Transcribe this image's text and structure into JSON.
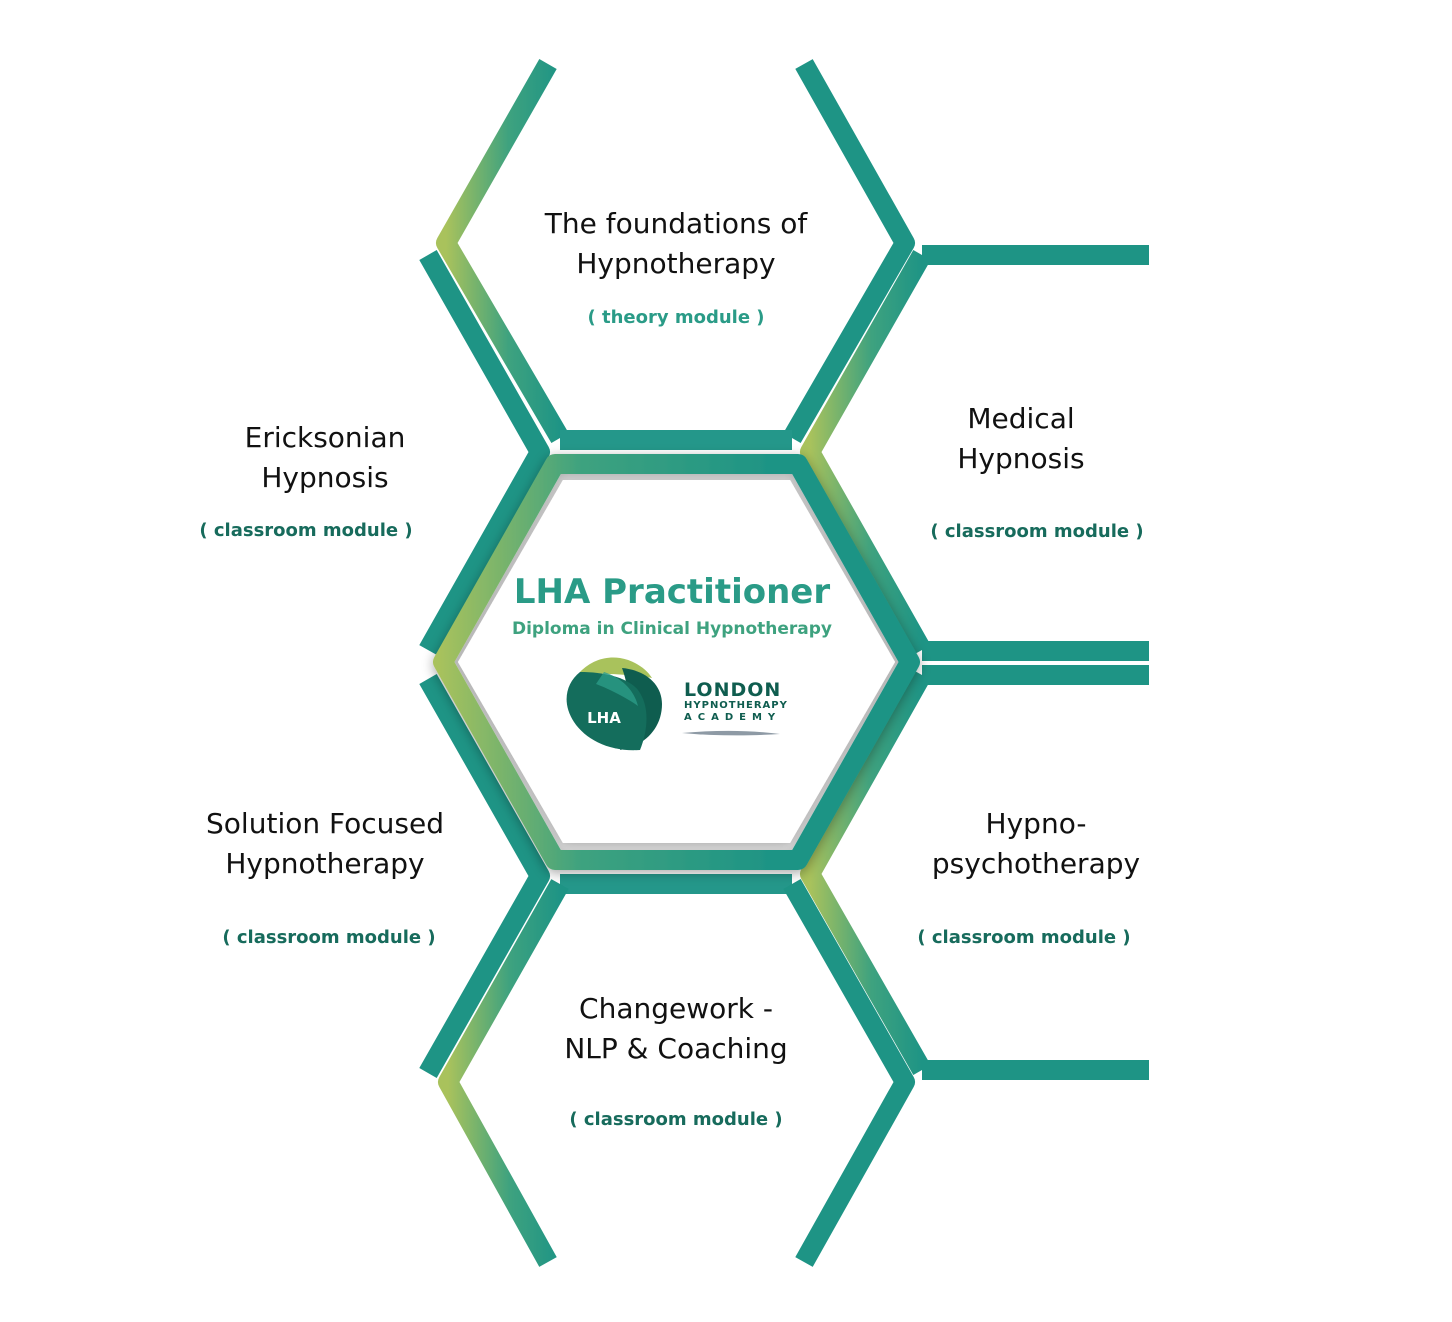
{
  "center": {
    "title": "LHA  Practitioner",
    "subtitle": "Diploma in Clinical Hypnotherapy",
    "logo_initials": "LHA",
    "brand_line1": "LONDON",
    "brand_line2": "HYPNOTHERAPY",
    "brand_line3": "ACADEMY"
  },
  "modules": {
    "top": {
      "title_line1": "The foundations of",
      "title_line2": "Hypnotherapy",
      "subtitle": "( theory module )"
    },
    "upper_left": {
      "title_line1": "Ericksonian",
      "title_line2": "Hypnosis",
      "subtitle": "( classroom module )"
    },
    "upper_right": {
      "title_line1": "Medical",
      "title_line2": "Hypnosis",
      "subtitle": "( classroom module )"
    },
    "lower_left": {
      "title_line1": "Solution Focused",
      "title_line2": "Hypnotherapy",
      "subtitle": "( classroom module )"
    },
    "lower_right": {
      "title_line1": "Hypno-",
      "title_line2": "psychotherapy",
      "subtitle": "( classroom module )"
    },
    "bottom": {
      "title_line1": "Changework -",
      "title_line2": "NLP & Coaching",
      "subtitle": "( classroom module )"
    }
  },
  "colors": {
    "teal": "#1e9485",
    "teal_mid": "#3ea27f",
    "lime": "#a9c25c",
    "dark_green": "#0f5d4f",
    "subtitle_top": "#2a9b87",
    "subtitle_side": "#176b5c"
  }
}
